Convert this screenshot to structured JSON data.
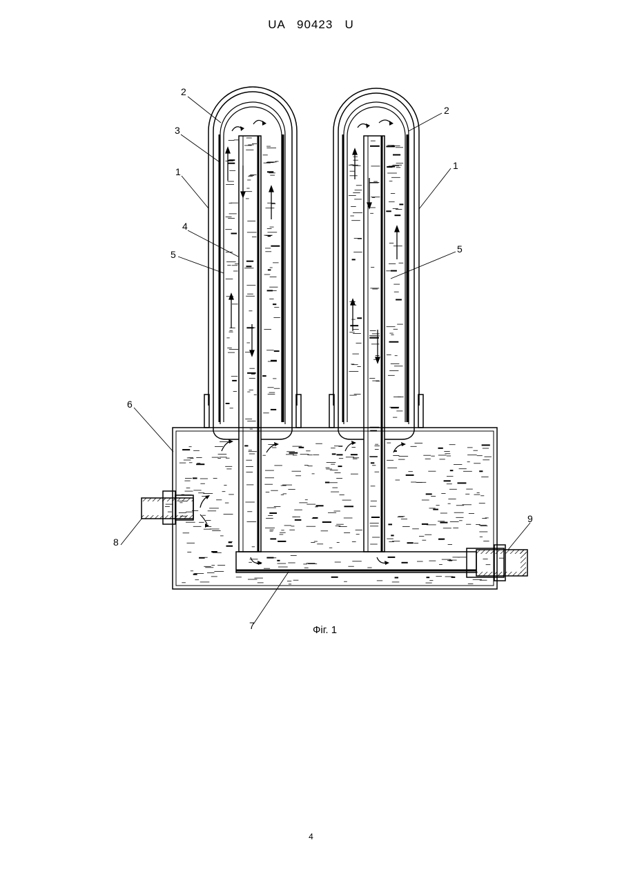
{
  "header": {
    "patent_number": "UA   90423   U"
  },
  "figure": {
    "caption": "Фіг. 1",
    "labels": {
      "l1a": "1",
      "l1b": "1",
      "l2a": "2",
      "l2b": "2",
      "l3": "3",
      "l4": "4",
      "l5a": "5",
      "l5b": "5",
      "l6": "6",
      "l7": "7",
      "l8": "8",
      "l9": "9"
    }
  },
  "footer": {
    "page_number": "4"
  }
}
